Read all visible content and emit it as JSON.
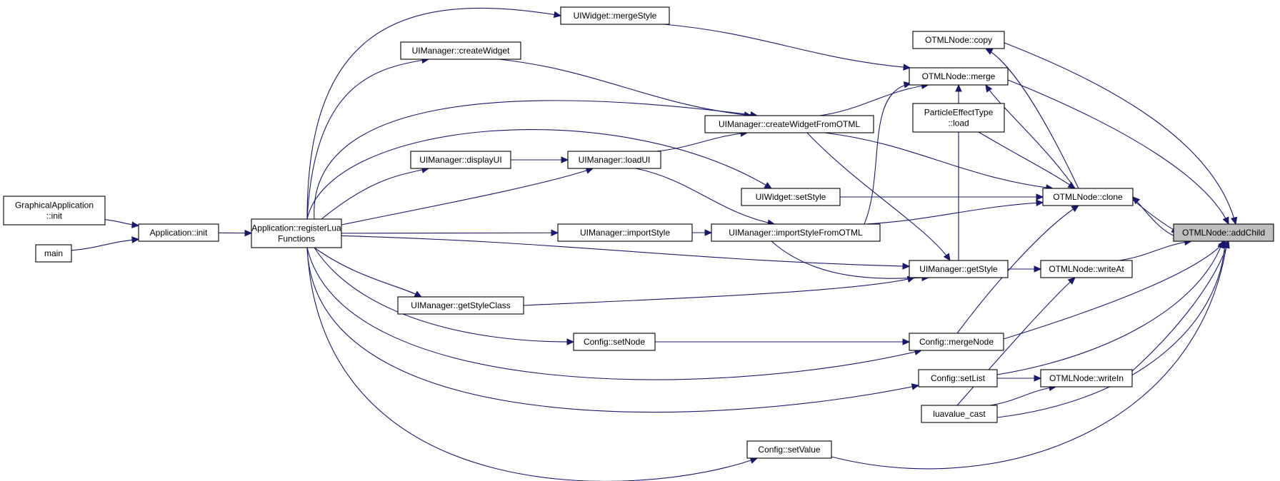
{
  "graph": {
    "nodes": [
      {
        "id": "gai",
        "lines": [
          "GraphicalApplication",
          "::init"
        ]
      },
      {
        "id": "main",
        "lines": [
          "main"
        ]
      },
      {
        "id": "ainit",
        "lines": [
          "Application::init"
        ]
      },
      {
        "id": "areg",
        "lines": [
          "Application::registerLua",
          "Functions"
        ]
      },
      {
        "id": "wmerge",
        "lines": [
          "UIWidget::mergeStyle"
        ]
      },
      {
        "id": "mcw",
        "lines": [
          "UIManager::createWidget"
        ]
      },
      {
        "id": "mdui",
        "lines": [
          "UIManager::displayUI"
        ]
      },
      {
        "id": "mlui",
        "lines": [
          "UIManager::loadUI"
        ]
      },
      {
        "id": "mcwo",
        "lines": [
          "UIManager::createWidgetFromOTML"
        ]
      },
      {
        "id": "wset",
        "lines": [
          "UIWidget::setStyle"
        ]
      },
      {
        "id": "mis",
        "lines": [
          "UIManager::importStyle"
        ]
      },
      {
        "id": "miso",
        "lines": [
          "UIManager::importStyleFromOTML"
        ]
      },
      {
        "id": "mgs",
        "lines": [
          "UIManager::getStyle"
        ]
      },
      {
        "id": "mgsc",
        "lines": [
          "UIManager::getStyleClass"
        ]
      },
      {
        "id": "csn",
        "lines": [
          "Config::setNode"
        ]
      },
      {
        "id": "cmn",
        "lines": [
          "Config::mergeNode"
        ]
      },
      {
        "id": "csl",
        "lines": [
          "Config::setList"
        ]
      },
      {
        "id": "lvc",
        "lines": [
          "luavalue_cast"
        ]
      },
      {
        "id": "csv",
        "lines": [
          "Config::setValue"
        ]
      },
      {
        "id": "ocopy",
        "lines": [
          "OTMLNode::copy"
        ]
      },
      {
        "id": "omerge",
        "lines": [
          "OTMLNode::merge"
        ]
      },
      {
        "id": "pet",
        "lines": [
          "ParticleEffectType",
          "::load"
        ]
      },
      {
        "id": "oclone",
        "lines": [
          "OTMLNode::clone"
        ]
      },
      {
        "id": "owat",
        "lines": [
          "OTMLNode::writeAt"
        ]
      },
      {
        "id": "owin",
        "lines": [
          "OTMLNode::writeIn"
        ]
      },
      {
        "id": "oadd",
        "lines": [
          "OTMLNode::addChild"
        ],
        "root": true
      }
    ],
    "edges": [
      [
        "gai",
        "ainit"
      ],
      [
        "main",
        "ainit"
      ],
      [
        "ainit",
        "areg"
      ],
      [
        "areg",
        "wmerge"
      ],
      [
        "areg",
        "mcw"
      ],
      [
        "areg",
        "mcwo"
      ],
      [
        "areg",
        "mdui"
      ],
      [
        "areg",
        "mlui"
      ],
      [
        "areg",
        "wset"
      ],
      [
        "areg",
        "mis"
      ],
      [
        "areg",
        "mgs"
      ],
      [
        "areg",
        "mgsc"
      ],
      [
        "areg",
        "csn"
      ],
      [
        "areg",
        "cmn"
      ],
      [
        "areg",
        "csl"
      ],
      [
        "areg",
        "csv"
      ],
      [
        "mdui",
        "mlui"
      ],
      [
        "mcw",
        "mcwo"
      ],
      [
        "mlui",
        "mcwo"
      ],
      [
        "mlui",
        "miso"
      ],
      [
        "mis",
        "miso"
      ],
      [
        "miso",
        "mgs"
      ],
      [
        "miso",
        "oclone"
      ],
      [
        "miso",
        "omerge"
      ],
      [
        "mcwo",
        "mgs"
      ],
      [
        "mcwo",
        "omerge"
      ],
      [
        "mcwo",
        "oclone"
      ],
      [
        "wmerge",
        "omerge"
      ],
      [
        "wset",
        "oclone"
      ],
      [
        "mgsc",
        "mgs"
      ],
      [
        "mgs",
        "owat"
      ],
      [
        "mgs",
        "omerge"
      ],
      [
        "csn",
        "cmn"
      ],
      [
        "cmn",
        "oclone"
      ],
      [
        "csl",
        "owin"
      ],
      [
        "lvc",
        "owin"
      ],
      [
        "lvc",
        "owat"
      ],
      [
        "pet",
        "oclone"
      ],
      [
        "oclone",
        "ocopy"
      ],
      [
        "oclone",
        "omerge"
      ],
      [
        "oclone",
        "oadd"
      ],
      [
        "ocopy",
        "oadd"
      ],
      [
        "omerge",
        "oadd"
      ],
      [
        "owat",
        "oadd"
      ],
      [
        "owin",
        "oadd"
      ],
      [
        "cmn",
        "oadd"
      ],
      [
        "csl",
        "oadd"
      ],
      [
        "lvc",
        "oadd"
      ],
      [
        "csv",
        "oadd"
      ],
      [
        "oadd",
        "oclone"
      ]
    ]
  }
}
